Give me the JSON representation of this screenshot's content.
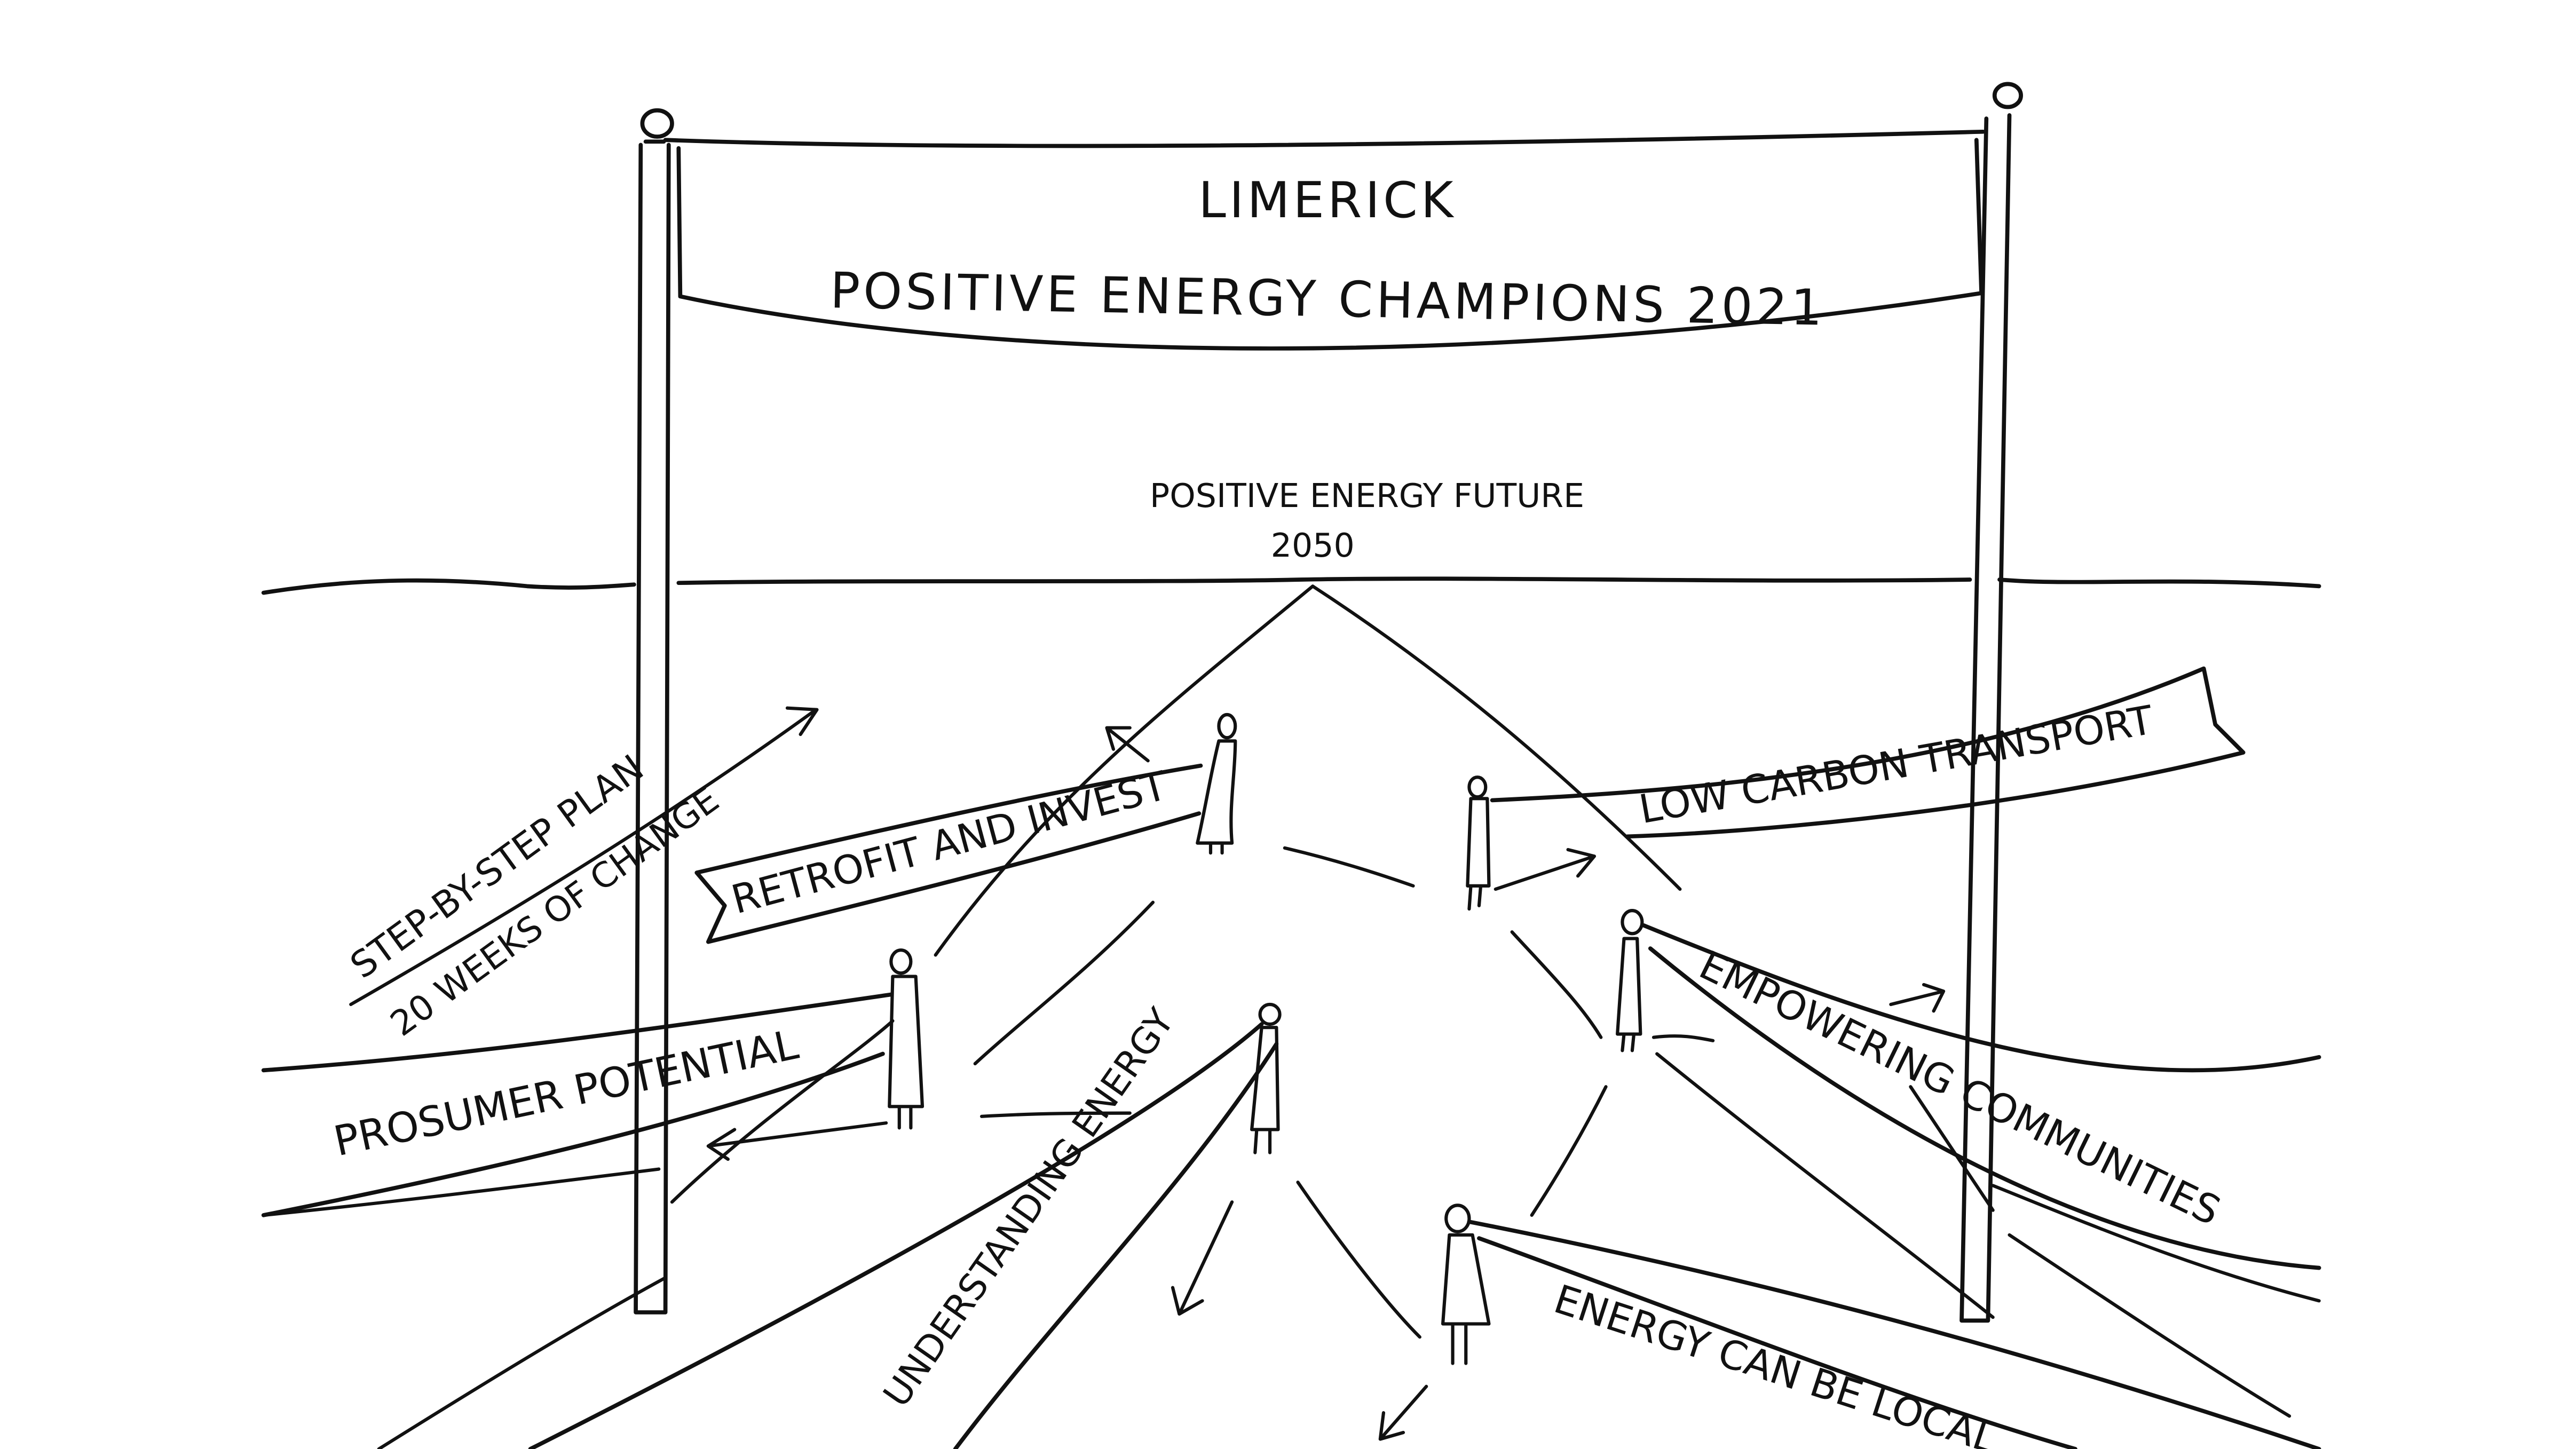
{
  "banner": {
    "line1": "LIMERICK",
    "line2": "POSITIVE ENERGY CHAMPIONS 2021"
  },
  "destination": {
    "line1": "POSITIVE ENERGY FUTURE",
    "line2": "2050"
  },
  "plan": {
    "line1": "STEP-BY-STEP PLAN",
    "line2": "20 WEEKS OF CHANGE"
  },
  "streamers": {
    "retrofit": "RETROFIT AND INVEST",
    "transport": "LOW CARBON TRANSPORT",
    "prosumer": "PROSUMER POTENTIAL",
    "understanding": "UNDERSTANDING ENERGY",
    "communities": "EMPOWERING COMMUNITIES",
    "local": "ENERGY CAN BE LOCAL"
  },
  "colors": {
    "ink": "#111111",
    "paper": "#ffffff"
  }
}
